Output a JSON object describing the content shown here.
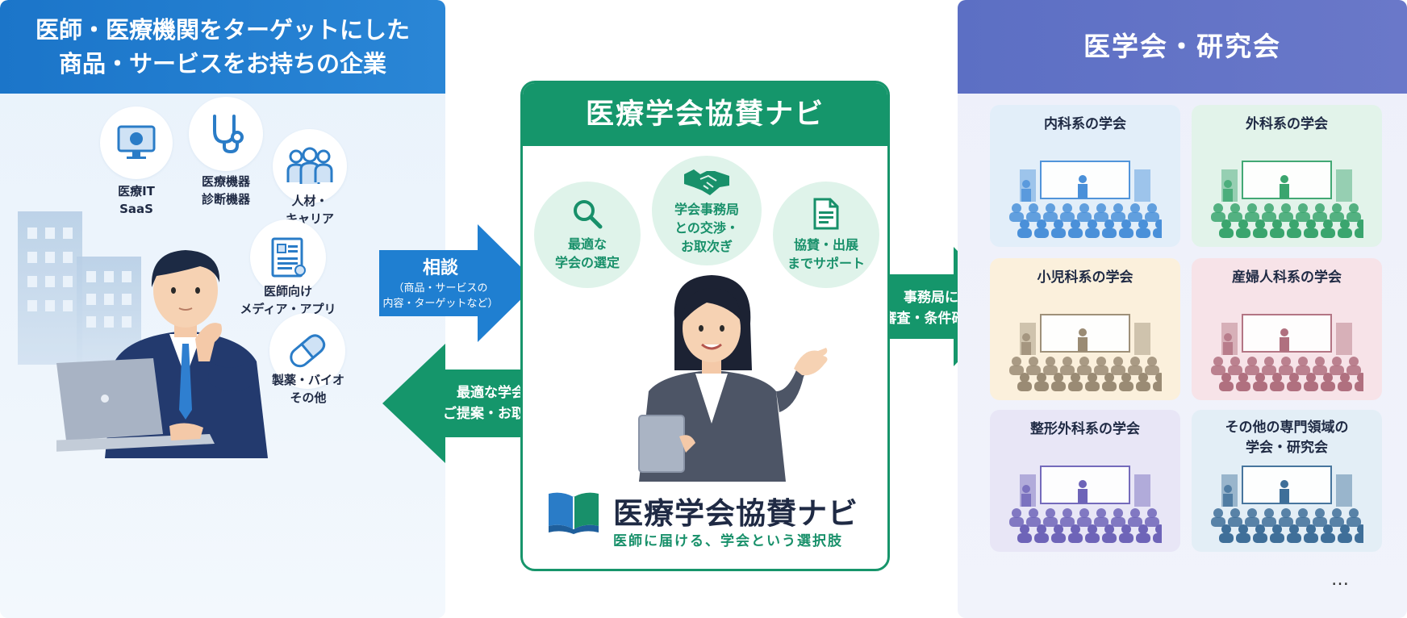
{
  "left": {
    "title_line1": "医師・医療機関をターゲットにした",
    "title_line2": "商品・サービスをお持ちの企業",
    "categories": [
      {
        "line1": "医療IT",
        "line2": "SaaS",
        "icon": "monitor-icon"
      },
      {
        "line1": "医療機器",
        "line2": "診断機器",
        "icon": "stethoscope-icon"
      },
      {
        "line1": "人材・",
        "line2": "キャリア",
        "icon": "people-icon"
      },
      {
        "line1": "医師向け",
        "line2": "メディア・アプリ",
        "icon": "document-icon"
      },
      {
        "line1": "製薬・バイオ",
        "line2": "その他",
        "icon": "capsule-icon"
      }
    ]
  },
  "arrows": {
    "consult_title": "相談",
    "consult_sub1": "（商品・サービスの",
    "consult_sub2": "内容・ターゲットなど）",
    "propose_line1": "最適な学会を",
    "propose_line2": "ご提案・お取次ぎ",
    "review_line1": "事務局に",
    "review_line2": "審査・条件確認"
  },
  "center": {
    "title": "医療学会協賛ナビ",
    "services": [
      {
        "line1": "最適な",
        "line2": "学会の選定",
        "line3": "",
        "icon": "search-icon"
      },
      {
        "line1": "学会事務局",
        "line2": "との交渉・",
        "line3": "お取次ぎ",
        "icon": "handshake-icon"
      },
      {
        "line1": "協賛・出展",
        "line2": "までサポート",
        "line3": "",
        "icon": "document-icon"
      }
    ],
    "logo_title": "医療学会協賛ナビ",
    "logo_tagline": "医師に届ける、学会という選択肢"
  },
  "right": {
    "title": "医学会・研究会",
    "societies": [
      {
        "line1": "内科系の学会",
        "line2": "",
        "color": "#4a90d9",
        "bg": "#e2eef9"
      },
      {
        "line1": "外科系の学会",
        "line2": "",
        "color": "#3aa56e",
        "bg": "#e2f3ea"
      },
      {
        "line1": "小児科系の学会",
        "line2": "",
        "color": "#9a8b74",
        "bg": "#fbf0dc"
      },
      {
        "line1": "産婦人科系の学会",
        "line2": "",
        "color": "#b0707f",
        "bg": "#f7e3e8"
      },
      {
        "line1": "整形外科系の学会",
        "line2": "",
        "color": "#6e64b8",
        "bg": "#e8e6f6"
      },
      {
        "line1": "その他の専門領域の",
        "line2": "学会・研究会",
        "color": "#3f6f99",
        "bg": "#e3eef6"
      }
    ],
    "ellipsis": "…"
  }
}
